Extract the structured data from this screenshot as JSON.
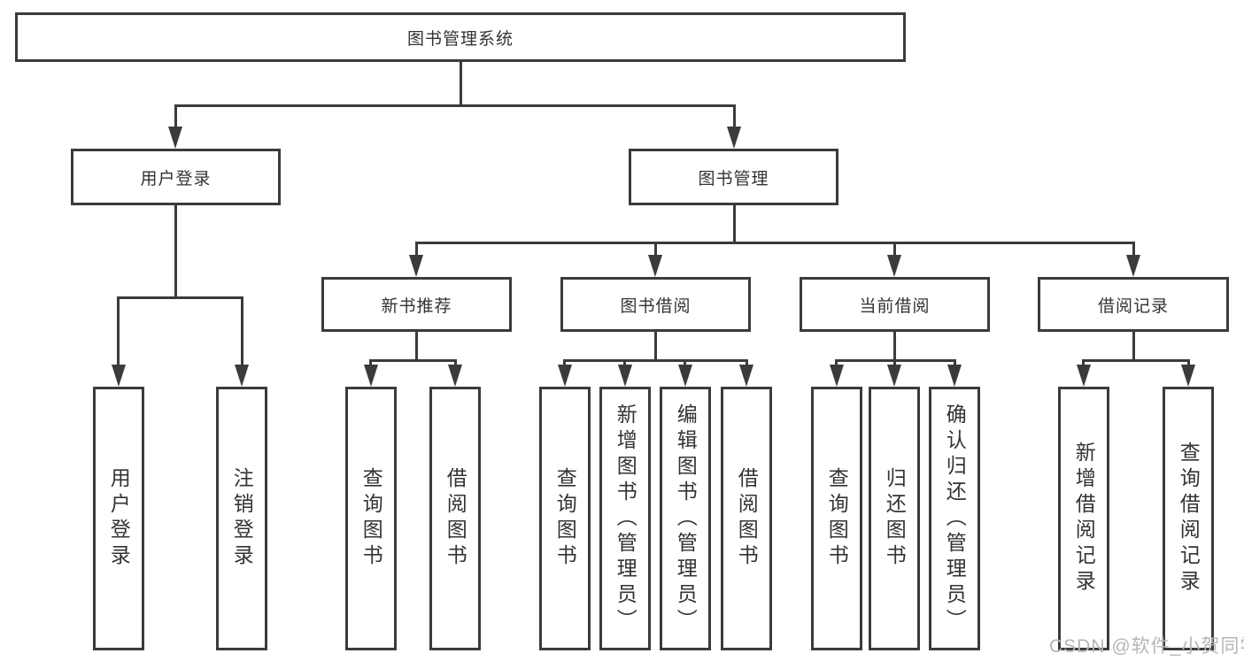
{
  "diagram": {
    "root": {
      "label": "图书管理系统"
    },
    "branches": [
      {
        "label": "用户登录",
        "children": [
          {
            "label": "用户登录"
          },
          {
            "label": "注销登录"
          }
        ]
      },
      {
        "label": "图书管理",
        "children": [
          {
            "label": "新书推荐",
            "children": [
              {
                "label": "查询图书"
              },
              {
                "label": "借阅图书"
              }
            ]
          },
          {
            "label": "图书借阅",
            "children": [
              {
                "label": "查询图书"
              },
              {
                "label": "新增图书（管理员）"
              },
              {
                "label": "编辑图书（管理员）"
              },
              {
                "label": "借阅图书"
              }
            ]
          },
          {
            "label": "当前借阅",
            "children": [
              {
                "label": "查询图书"
              },
              {
                "label": "归还图书"
              },
              {
                "label": "确认归还（管理员）"
              }
            ]
          },
          {
            "label": "借阅记录",
            "children": [
              {
                "label": "新增借阅记录"
              },
              {
                "label": "查询借阅记录"
              }
            ]
          }
        ]
      }
    ]
  },
  "watermark": {
    "text": "CSDN @软件_小贺同学",
    "color": "#b5b5b5"
  },
  "colors": {
    "border": "#3b3b3b",
    "text": "#333333",
    "background": "#ffffff"
  }
}
